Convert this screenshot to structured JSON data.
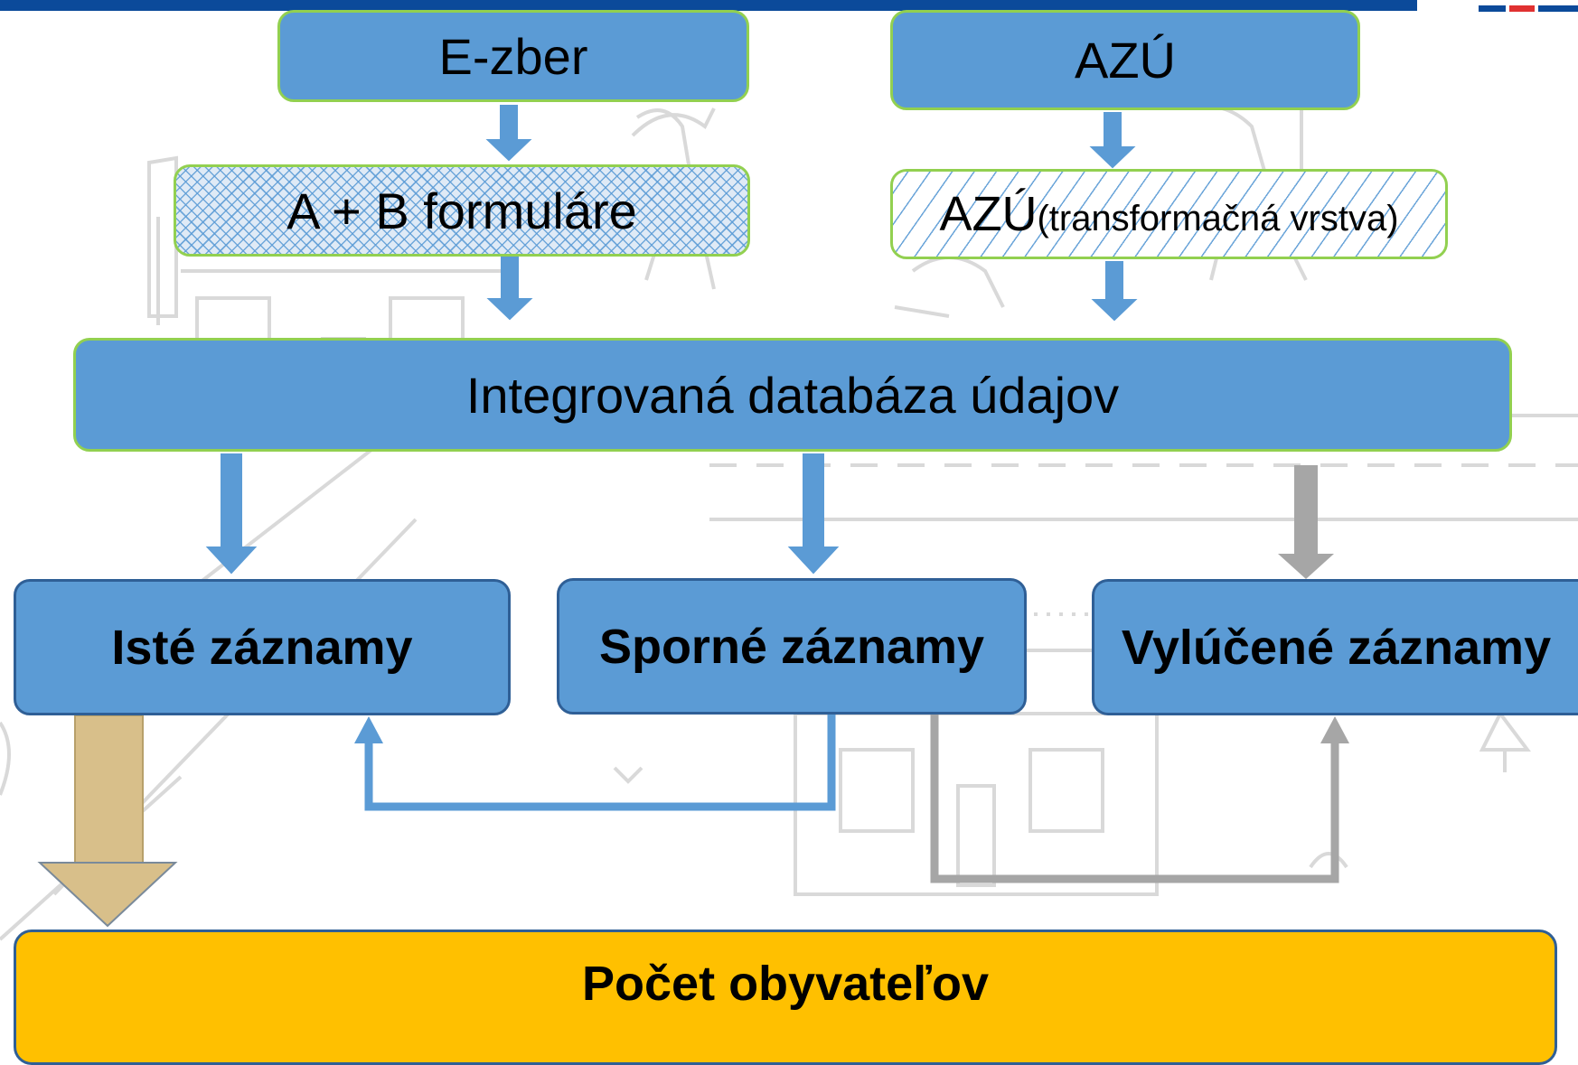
{
  "colors": {
    "box_blue": "#5b9bd5",
    "box_border_green": "#92d050",
    "box_border_dark": "#2f5f96",
    "result_yellow": "#ffc000",
    "arrow_blue": "#5b9bd5",
    "arrow_gray": "#a6a6a6",
    "arrow_tan": "#d8bf8a",
    "top_bar": "#0b4a9a",
    "background_sketch": "#d9d9d9"
  },
  "nodes": {
    "ezber": "E-zber",
    "azu": "AZÚ",
    "formulare": "A + B formuláre",
    "azu_layer_main": "AZÚ",
    "azu_layer_sub": "(transformačná vrstva)",
    "database": "Integrovaná databáza údajov",
    "certain": "Isté záznamy",
    "disputed": "Sporné záznamy",
    "excluded": "Vylúčené záznamy",
    "population": "Počet obyvateľov"
  }
}
